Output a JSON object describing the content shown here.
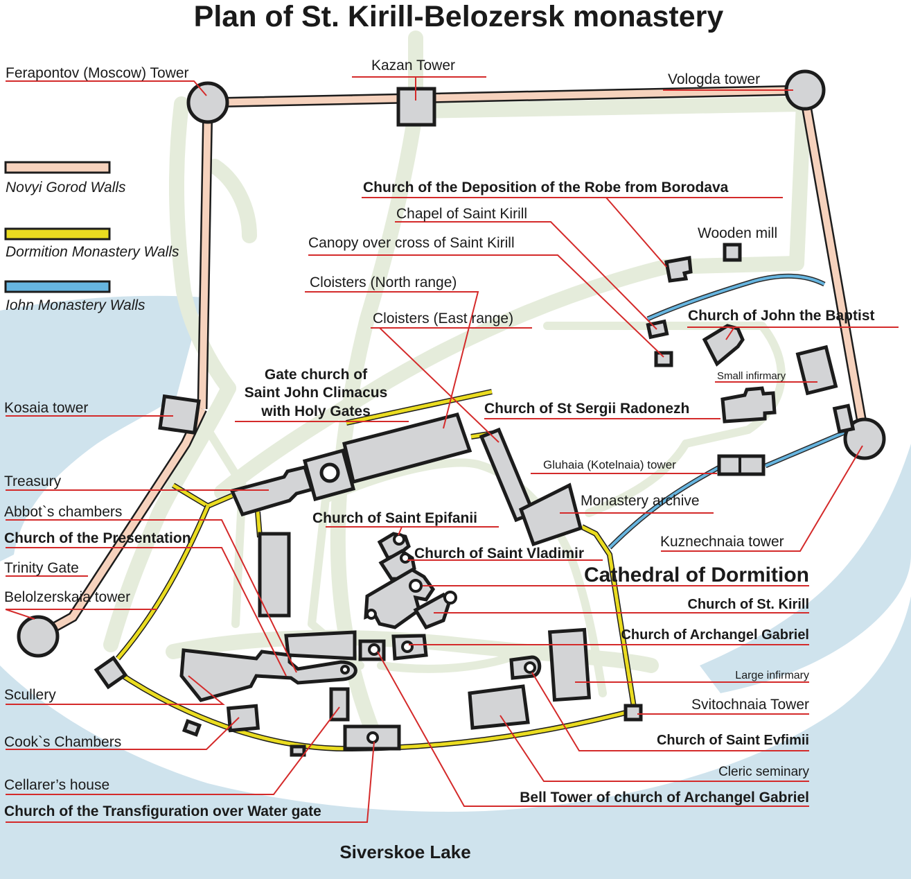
{
  "title": "Plan of St. Kirill-Belozersk monastery",
  "water": {
    "name": "Siverskoe Lake"
  },
  "legend": [
    {
      "label": "Novyi Gorod Walls",
      "color": "#f6d2bd"
    },
    {
      "label": "Dormition Monastery Walls",
      "color": "#eadc20"
    },
    {
      "label": "Iohn Monastery Walls",
      "color": "#66b5e0"
    }
  ],
  "colors": {
    "water": "#cfe3ed",
    "ground": "#ffffff",
    "paths": "#e5ecdb",
    "building": "#d3d4d6",
    "leader_lines": "#d42a2a"
  },
  "labels": {
    "ferapontov": "Ferapontov (Moscow) Tower",
    "kazan": "Kazan Tower",
    "vologda": "Vologda tower",
    "deposition": "Church of the Deposition of the Robe from Borodava",
    "chapel_kirill": "Chapel of Saint Kirill",
    "wooden_mill": "Wooden mill",
    "canopy": "Canopy over cross of Saint Kirill",
    "cloisters_north": "Cloisters (North range)",
    "cloisters_east": "Cloisters (East range)",
    "john_baptist": "Church of John the Baptist",
    "small_infirmary": "Small infirmary",
    "gate_church": "Gate church of\nSaint John Climacus\nwith Holy Gates",
    "sergii": "Church of St Sergii Radonezh",
    "kosaia": "Kosaia tower",
    "gluhaia": "Gluhaia (Kotelnaia) tower",
    "treasury": "Treasury",
    "monastery_archive": "Monastery archive",
    "abbots": "Abbot`s chambers",
    "epifanii": "Church of Saint Epifanii",
    "presentation": "Church of the Presentation",
    "kuznechnaia": "Kuznechnaia tower",
    "vladimir": "Church of Saint Vladimir",
    "trinity": "Trinity Gate",
    "dormition": "Cathedral of Dormition",
    "belolzerskaia": "Belolzerskaia tower",
    "kirill": "Church of St. Kirill",
    "gabriel": "Church of Archangel Gabriel",
    "large_infirmary": "Large infirmary",
    "scullery": "Scullery",
    "svitochnaia": "Svitochnaia Tower",
    "cooks": "Cook`s Chambers",
    "evfimii": "Church of Saint Evfimii",
    "cleric": "Cleric seminary",
    "cellarer": "Cellarer’s house",
    "bell_tower": "Bell Tower of church of Archangel Gabriel",
    "transfiguration": "Church of the Transfiguration over Water gate"
  }
}
